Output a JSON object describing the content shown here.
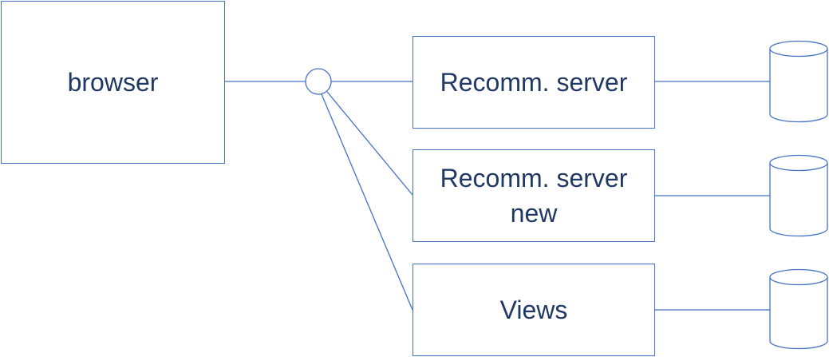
{
  "diagram": {
    "browser": {
      "label": "browser"
    },
    "recomm_server": {
      "label": "Recomm. server"
    },
    "recomm_server_new": {
      "label_line1": "Recomm. server",
      "label_line2": "new"
    },
    "views": {
      "label": "Views"
    }
  },
  "colors": {
    "stroke": "#4472c4",
    "text": "#1f3864",
    "background": "#ffffff"
  }
}
